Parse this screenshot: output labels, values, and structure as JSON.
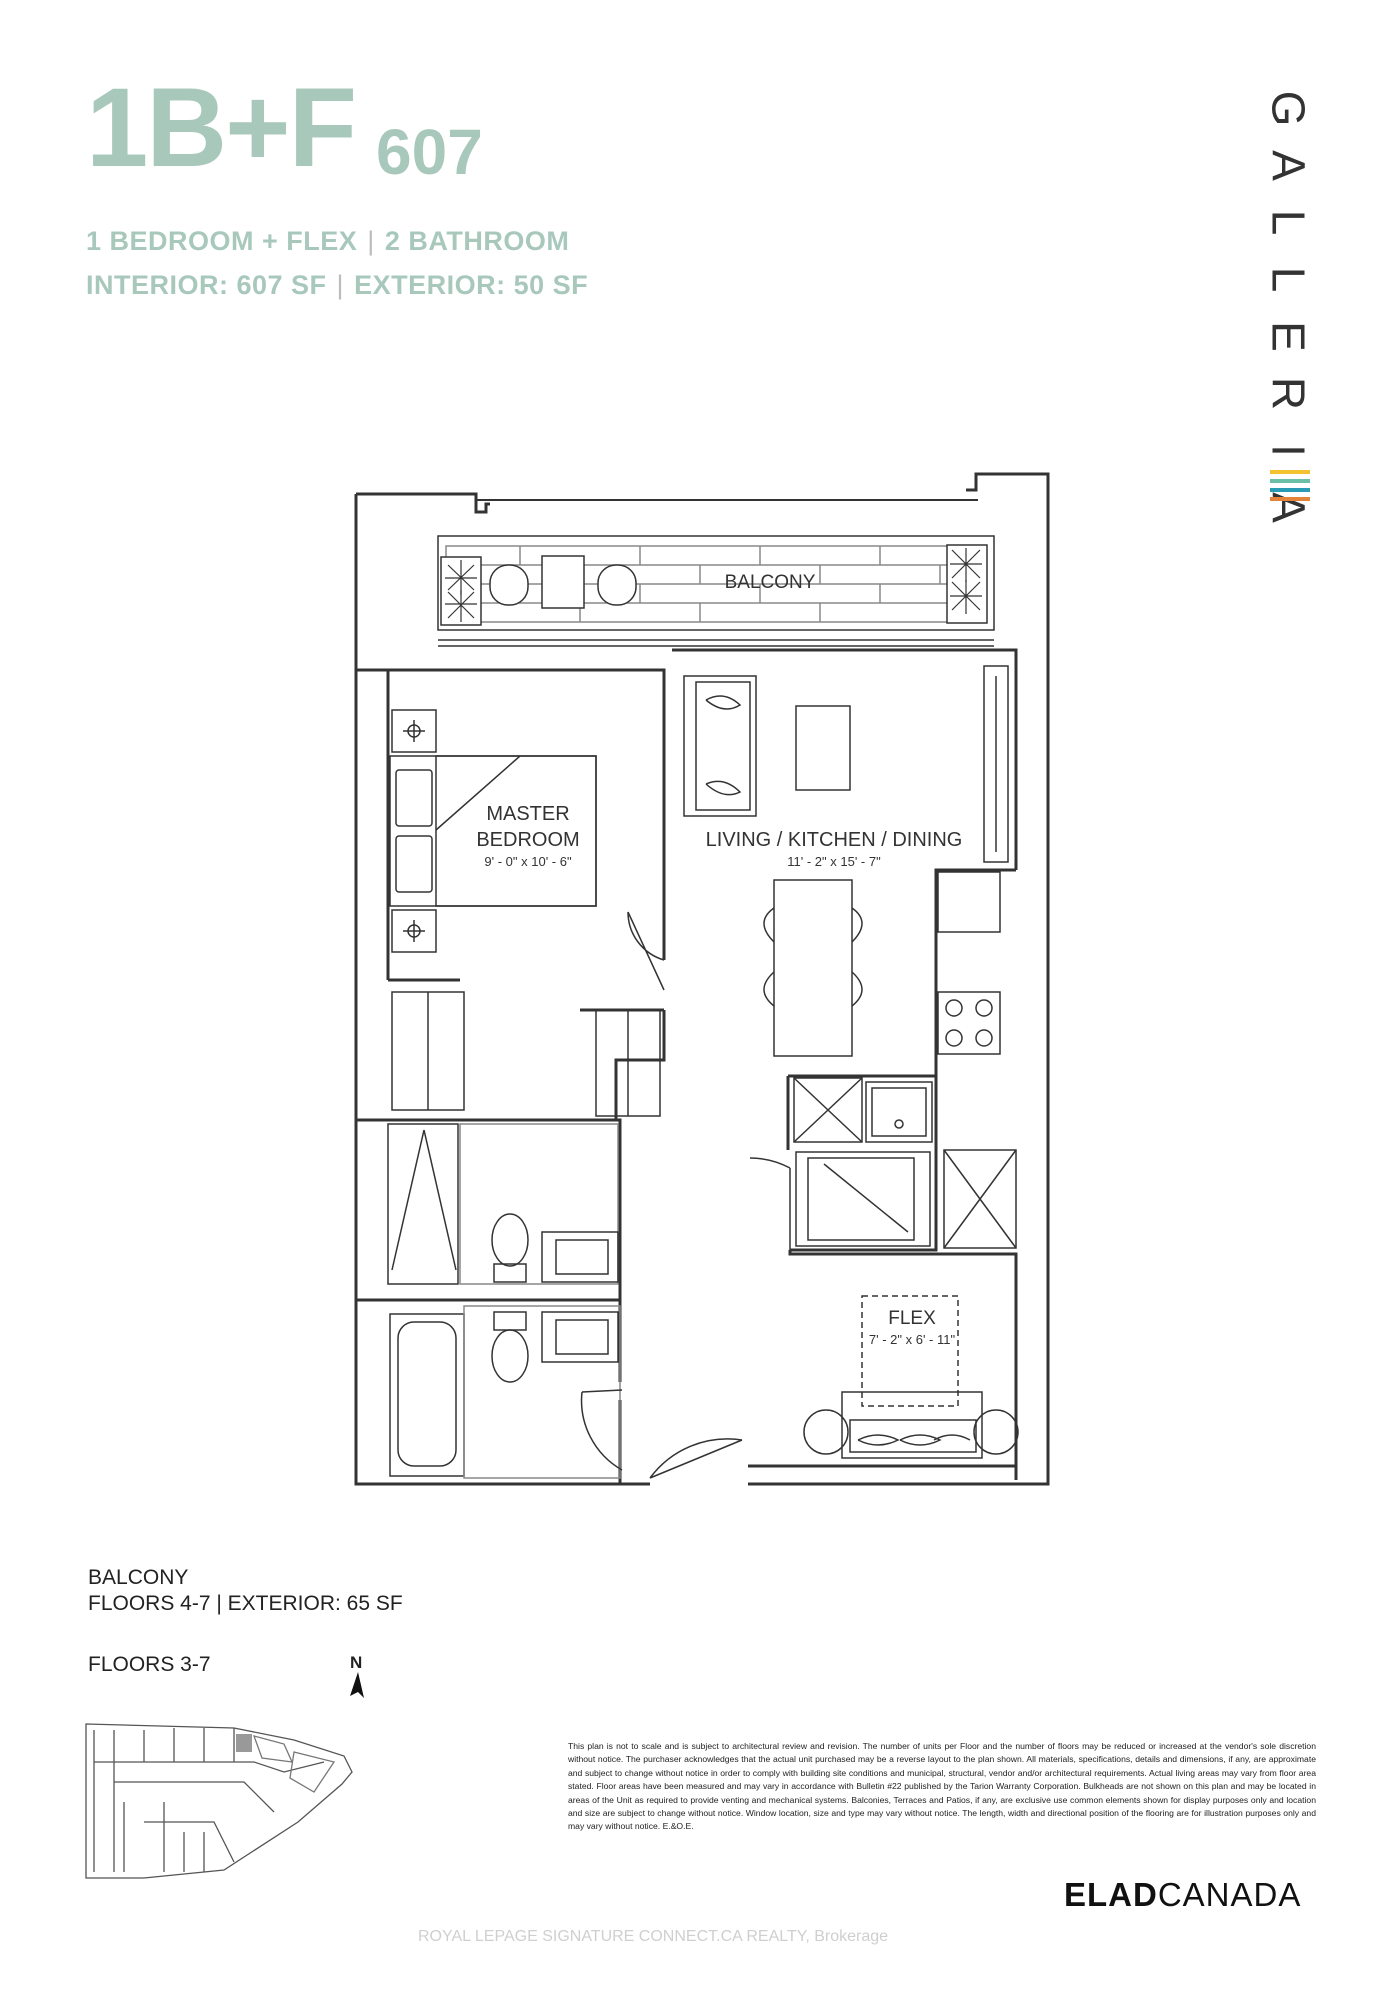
{
  "header": {
    "unit_code": "1B+F",
    "unit_number": "607",
    "bedrooms": "1 BEDROOM + FLEX",
    "bathrooms": "2 BATHROOM",
    "interior": "INTERIOR: 607 SF",
    "exterior": "EXTERIOR: 50 SF"
  },
  "brand": {
    "name": "GALLERIA",
    "stripe_colors": [
      "#f2c230",
      "#6bbfa6",
      "#2a9bb5",
      "#e3843a"
    ]
  },
  "colors": {
    "accent": "#a8c8bc"
  },
  "plan": {
    "balcony_label": "BALCONY",
    "master_name_line1": "MASTER",
    "master_name_line2": "BEDROOM",
    "master_dims": "9' - 0\" x 10' - 6\"",
    "living_name": "LIVING / KITCHEN / DINING",
    "living_dims": "11' - 2\" x 15' - 7\"",
    "flex_name": "FLEX",
    "flex_dims": "7' - 2\" x 6' - 11\""
  },
  "info": {
    "balcony_title": "BALCONY",
    "balcony_floors": "FLOORS 4-7 | EXTERIOR: 65 SF",
    "floors": "FLOORS 3-7",
    "north": "N"
  },
  "disclaimer": "This plan is not to scale and is subject to architectural review and revision. The number of units per Floor and the number of floors may be reduced or increased at the vendor's sole discretion without notice. The purchaser acknowledges that the actual unit purchased may be a reverse layout to the plan shown. All materials, specifications, details and dimensions, if any, are approximate and subject to change without notice in order to comply with building site conditions and municipal, structural, vendor and/or architectural requirements. Actual living areas may vary from floor area stated. Floor areas have been measured and may vary in accordance with Bulletin #22 published by the Tarion Warranty Corporation. Bulkheads are not shown on this plan and may be located in areas of the Unit as required to provide venting and mechanical systems. Balconies, Terraces and Patios, if any, are exclusive use common elements shown for display purposes only and location and size are subject to change without notice. Window location, size and type may vary without notice. The length, width and directional position of the flooring are for illustration purposes only and may vary without notice. E.&O.E.",
  "developer": {
    "part1": "ELAD",
    "part2": "CANADA"
  },
  "watermark": "ROYAL LEPAGE SIGNATURE CONNECT.CA REALTY, Brokerage"
}
